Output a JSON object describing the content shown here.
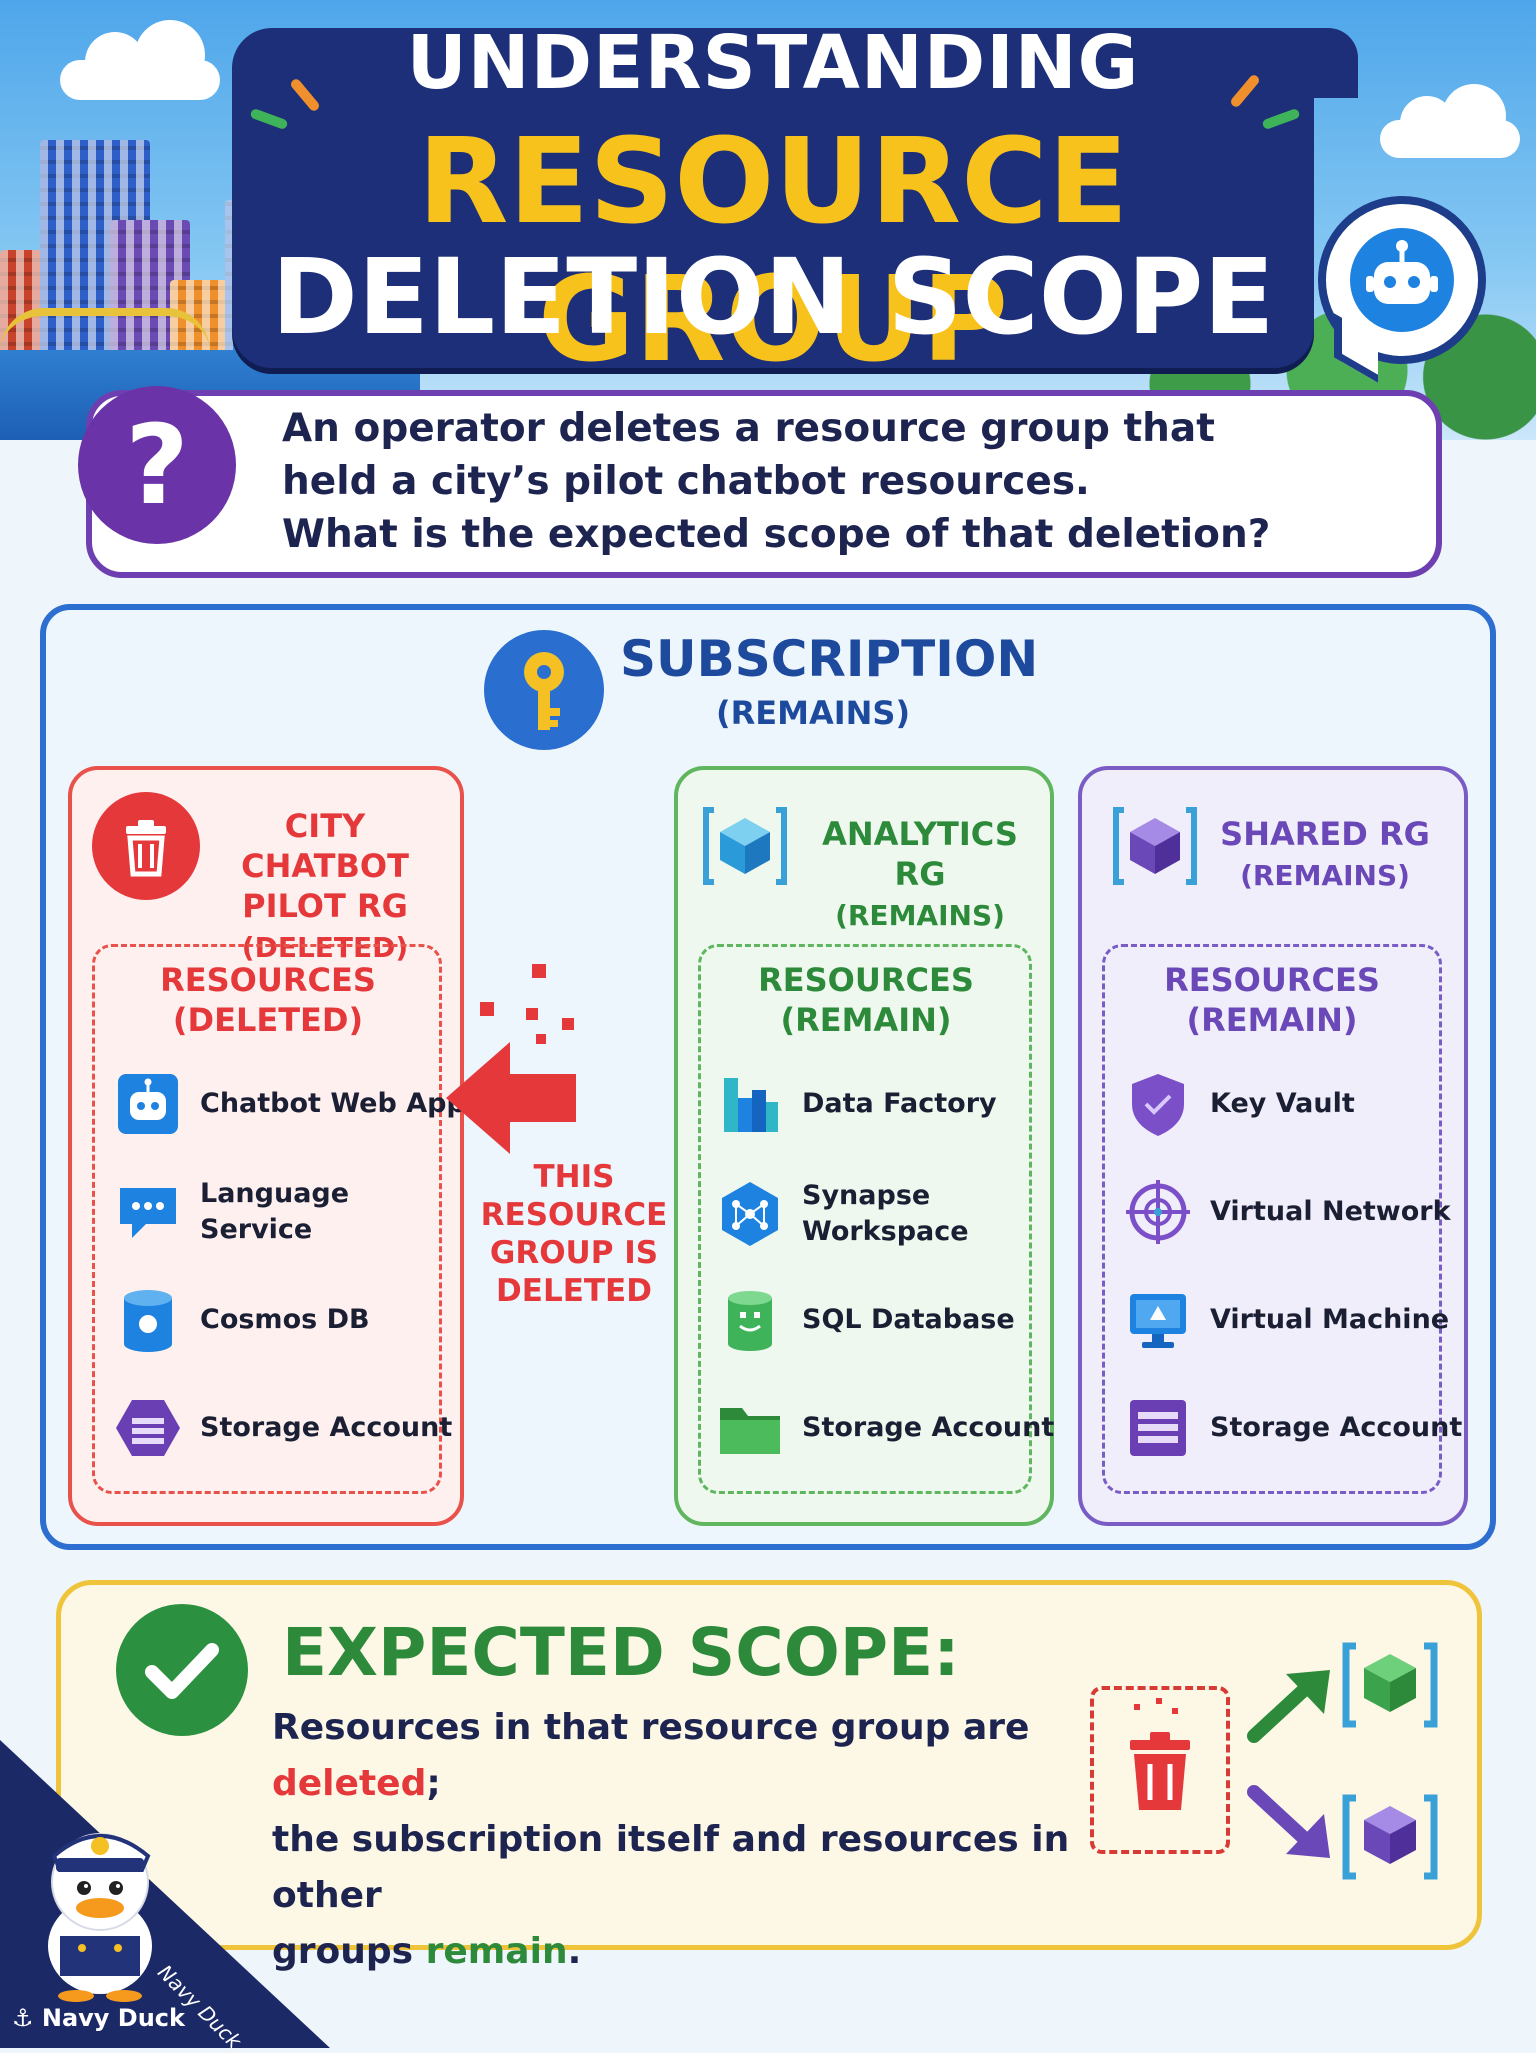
{
  "header": {
    "title_line1": "UNDERSTANDING",
    "title_line2": "RESOURCE GROUP",
    "title_line3": "DELETION SCOPE",
    "icon": "chatbot-bubble-icon"
  },
  "question": {
    "icon": "question-mark-icon",
    "line1": "An operator deletes a resource group that",
    "line2": "held a city’s pilot chatbot resources.",
    "line3": "What is the expected scope of that deletion?"
  },
  "subscription": {
    "icon": "key-icon",
    "title": "SUBSCRIPTION",
    "status": "(REMAINS)"
  },
  "resource_groups": [
    {
      "name_line1": "CITY CHATBOT",
      "name_line2": "PILOT RG",
      "status": "(DELETED)",
      "icon": "trash-icon",
      "color": "#e5383b",
      "resources_title": "RESOURCES",
      "resources_status": "(DELETED)",
      "items": [
        {
          "label_line1": "Chatbot Web App",
          "label_line2": "",
          "icon": "chatbot-icon"
        },
        {
          "label_line1": "Language",
          "label_line2": "Service",
          "icon": "chat-bubble-icon"
        },
        {
          "label_line1": "Cosmos DB",
          "label_line2": "",
          "icon": "database-icon"
        },
        {
          "label_line1": "Storage Account",
          "label_line2": "",
          "icon": "storage-icon"
        }
      ]
    },
    {
      "name_line1": "ANALYTICS RG",
      "name_line2": "",
      "status": "(REMAINS)",
      "icon": "cube-icon",
      "color": "#2c8a3a",
      "resources_title": "RESOURCES",
      "resources_status": "(REMAIN)",
      "items": [
        {
          "label_line1": "Data Factory",
          "label_line2": "",
          "icon": "factory-icon"
        },
        {
          "label_line1": "Synapse",
          "label_line2": "Workspace",
          "icon": "synapse-icon"
        },
        {
          "label_line1": "SQL Database",
          "label_line2": "",
          "icon": "sql-database-icon"
        },
        {
          "label_line1": "Storage Account",
          "label_line2": "",
          "icon": "folder-icon"
        }
      ]
    },
    {
      "name_line1": "SHARED RG",
      "name_line2": "",
      "status": "(REMAINS)",
      "icon": "cube-icon",
      "color": "#6a48b8",
      "resources_title": "RESOURCES",
      "resources_status": "(REMAIN)",
      "items": [
        {
          "label_line1": "Key Vault",
          "label_line2": "",
          "icon": "shield-icon"
        },
        {
          "label_line1": "Virtual Network",
          "label_line2": "",
          "icon": "network-icon"
        },
        {
          "label_line1": "Virtual Machine",
          "label_line2": "",
          "icon": "monitor-icon"
        },
        {
          "label_line1": "Storage Account",
          "label_line2": "",
          "icon": "storage-icon"
        }
      ]
    }
  ],
  "arrow_note": {
    "line1": "THIS",
    "line2": "RESOURCE",
    "line3": "GROUP IS",
    "line4": "DELETED",
    "icon": "arrow-left-icon"
  },
  "expected_scope": {
    "icon": "checkmark-icon",
    "title": "EXPECTED SCOPE:",
    "text_part1": "Resources in that resource group are ",
    "text_deleted": "deleted",
    "text_part2": ";",
    "text_part3": "the subscription itself and resources in other",
    "text_part4": "groups ",
    "text_remain": "remain",
    "text_part5": "."
  },
  "branding": {
    "name": "Navy Duck",
    "diagonal": "Navy Duck",
    "icon": "duck-mascot-icon"
  },
  "colors": {
    "navy": "#1d2f78",
    "yellow": "#f8c21c",
    "purple": "#6a33a7",
    "blue": "#2d6fd0",
    "red": "#e5383b",
    "green": "#2c8a3a"
  }
}
